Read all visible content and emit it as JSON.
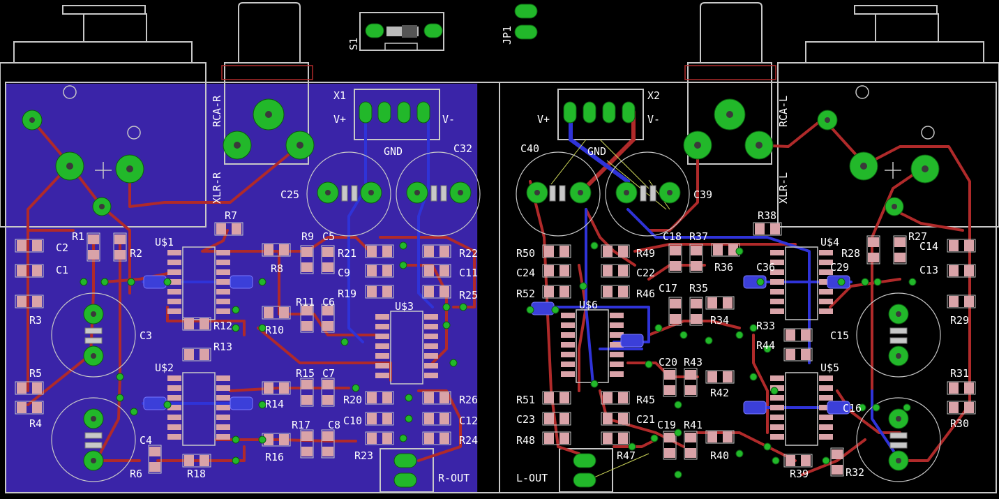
{
  "app": {
    "view": "PCB board layout"
  },
  "colors": {
    "background": "#000000",
    "ground_pour": "#3a24a8",
    "top_trace": "#b02a2a",
    "bottom_trace": "#2f33d8",
    "pad_green": "#22b82a",
    "smd_pad": "#d9a3a8",
    "outline": "#c8c8c8",
    "silk": "#ffffff"
  },
  "header_parts": [
    "S1",
    "JP1"
  ],
  "connectors": {
    "rca_r": "RCA-R",
    "xlr_r": "XLR-R",
    "rca_l": "RCA-L",
    "xlr_l": "XLR-L",
    "x1": "X1",
    "x2": "X2",
    "v_plus": "V+",
    "v_minus": "V-",
    "gnd": "GND",
    "r_out": "R-OUT",
    "l_out": "L-OUT"
  },
  "ics": [
    "U$1",
    "U$2",
    "U$3",
    "U$4",
    "U$5",
    "U$6"
  ],
  "caps_electrolytic": [
    "C25",
    "C32",
    "C40",
    "C39",
    "C3",
    "C4",
    "C15",
    "C16"
  ],
  "parts_right_channel": [
    "R1",
    "R2",
    "C2",
    "C1",
    "R3",
    "R5",
    "R4",
    "R6",
    "R7",
    "R8",
    "R9",
    "C5",
    "R21",
    "C9",
    "R22",
    "C11",
    "R19",
    "R25",
    "R11",
    "C6",
    "R10",
    "R12",
    "R13",
    "R15",
    "C7",
    "R14",
    "R20",
    "R26",
    "C10",
    "C12",
    "R17",
    "C8",
    "R16",
    "R23",
    "R24",
    "R18"
  ],
  "parts_left_channel": [
    "R38",
    "R37",
    "C18",
    "R36",
    "C36",
    "C29",
    "R50",
    "R49",
    "C24",
    "C22",
    "R52",
    "R46",
    "C17",
    "R35",
    "R34",
    "R33",
    "R44",
    "R43",
    "C20",
    "R42",
    "R51",
    "R45",
    "C23",
    "C21",
    "R48",
    "C19",
    "R41",
    "R40",
    "R47",
    "R39",
    "R32",
    "R28",
    "R27",
    "C14",
    "C13",
    "R29",
    "R31",
    "R30",
    "U$6"
  ]
}
